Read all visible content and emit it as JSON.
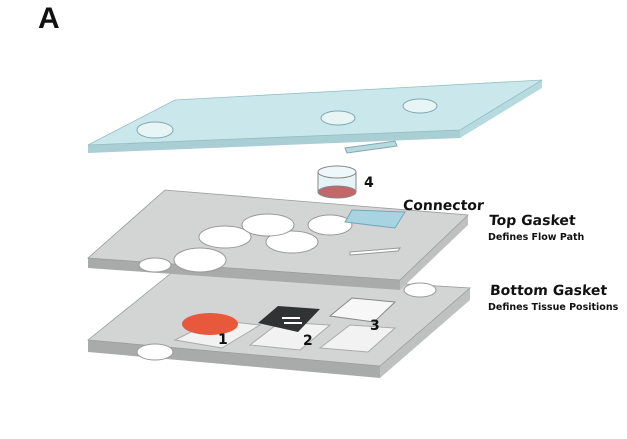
{
  "panel_label": "A",
  "labels": {
    "connector_number": "4",
    "connector": "Connector",
    "top_gasket": "Top Gasket",
    "top_gasket_desc": "Defines Flow Path",
    "bottom_gasket": "Bottom Gasket",
    "bottom_gasket_desc": "Defines Tissue Positions",
    "pos1": "1",
    "pos2": "2",
    "pos3": "3"
  },
  "colors": {
    "glass": "#c8e6ea",
    "gasket": "#cfd0d0",
    "tissue1": "#e8583c",
    "connector": "#a8d4e2"
  }
}
